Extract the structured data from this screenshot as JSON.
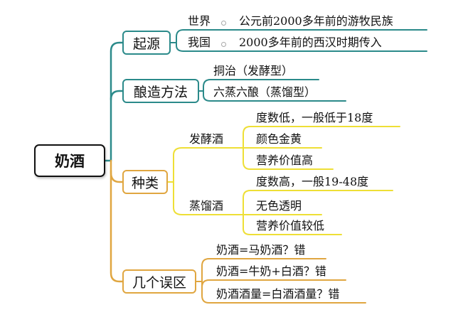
{
  "root": "奶酒",
  "branches": {
    "origin": {
      "label": "起源",
      "items": [
        {
          "key": "世界",
          "value": "公元前2000多年前的游牧民族"
        },
        {
          "key": "我国",
          "value": "2000多年前的西汉时期传入"
        }
      ]
    },
    "method": {
      "label": "酿造方法",
      "items": [
        "挏治（发酵型）",
        "六蒸六酿（蒸馏型）"
      ]
    },
    "types": {
      "label": "种类",
      "groups": [
        {
          "name": "发酵酒",
          "items": [
            "度数低，一般低于18度",
            "颜色金黄",
            "营养价值高"
          ]
        },
        {
          "name": "蒸馏酒",
          "items": [
            "度数高，一般19-48度",
            "无色透明",
            "营养价值较低"
          ]
        }
      ]
    },
    "myths": {
      "label": "几个误区",
      "items": [
        "奶酒=马奶酒？错",
        "奶酒=牛奶+白酒？错",
        "奶酒酒量=白酒酒量？错"
      ]
    }
  },
  "colors": {
    "teal": "#2b8a8a",
    "gold": "#e0a640",
    "yellow": "#eedf36",
    "root_border": "#111111"
  }
}
